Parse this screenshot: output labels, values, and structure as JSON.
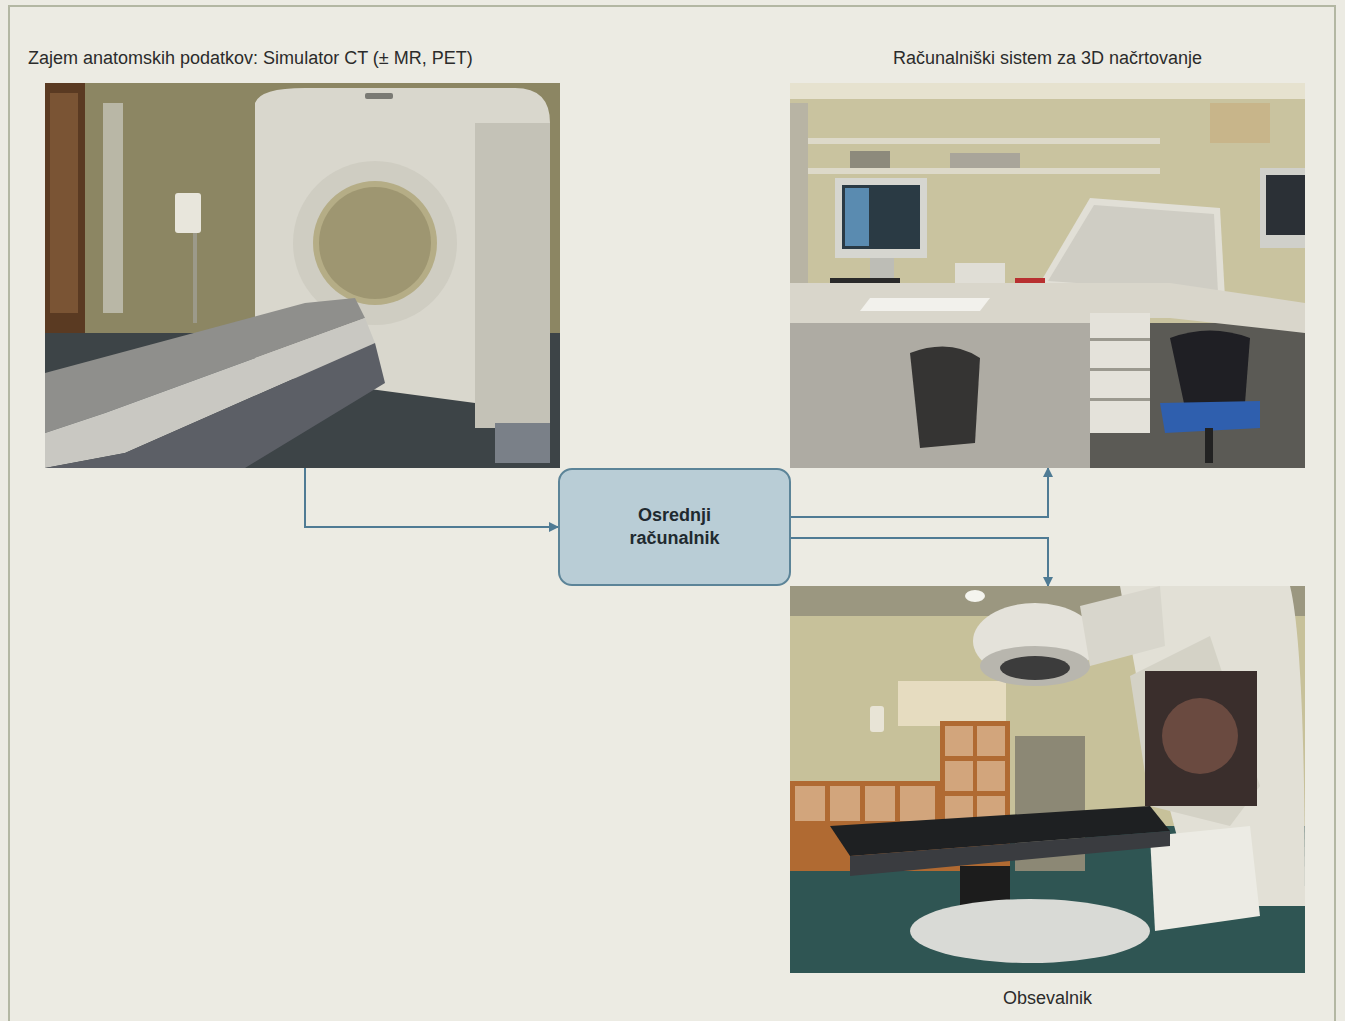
{
  "diagram": {
    "nodes": [
      {
        "text": [
          "Zajem anatomskih podatkov: Simulator CT (± MR, PET)"
        ]
      },
      {
        "text": [
          "Računalniški sistem za 3D načrtovanje"
        ]
      },
      {
        "text": [
          "Osrednji računalnik"
        ]
      },
      {
        "text": [
          "Obsevalnik"
        ]
      }
    ],
    "edges": [
      {
        "from": 0,
        "to": 2,
        "arrow": "to"
      },
      {
        "from": 2,
        "to": 1,
        "arrow": "to"
      },
      {
        "from": 2,
        "to": 3,
        "arrow": "to"
      }
    ]
  }
}
